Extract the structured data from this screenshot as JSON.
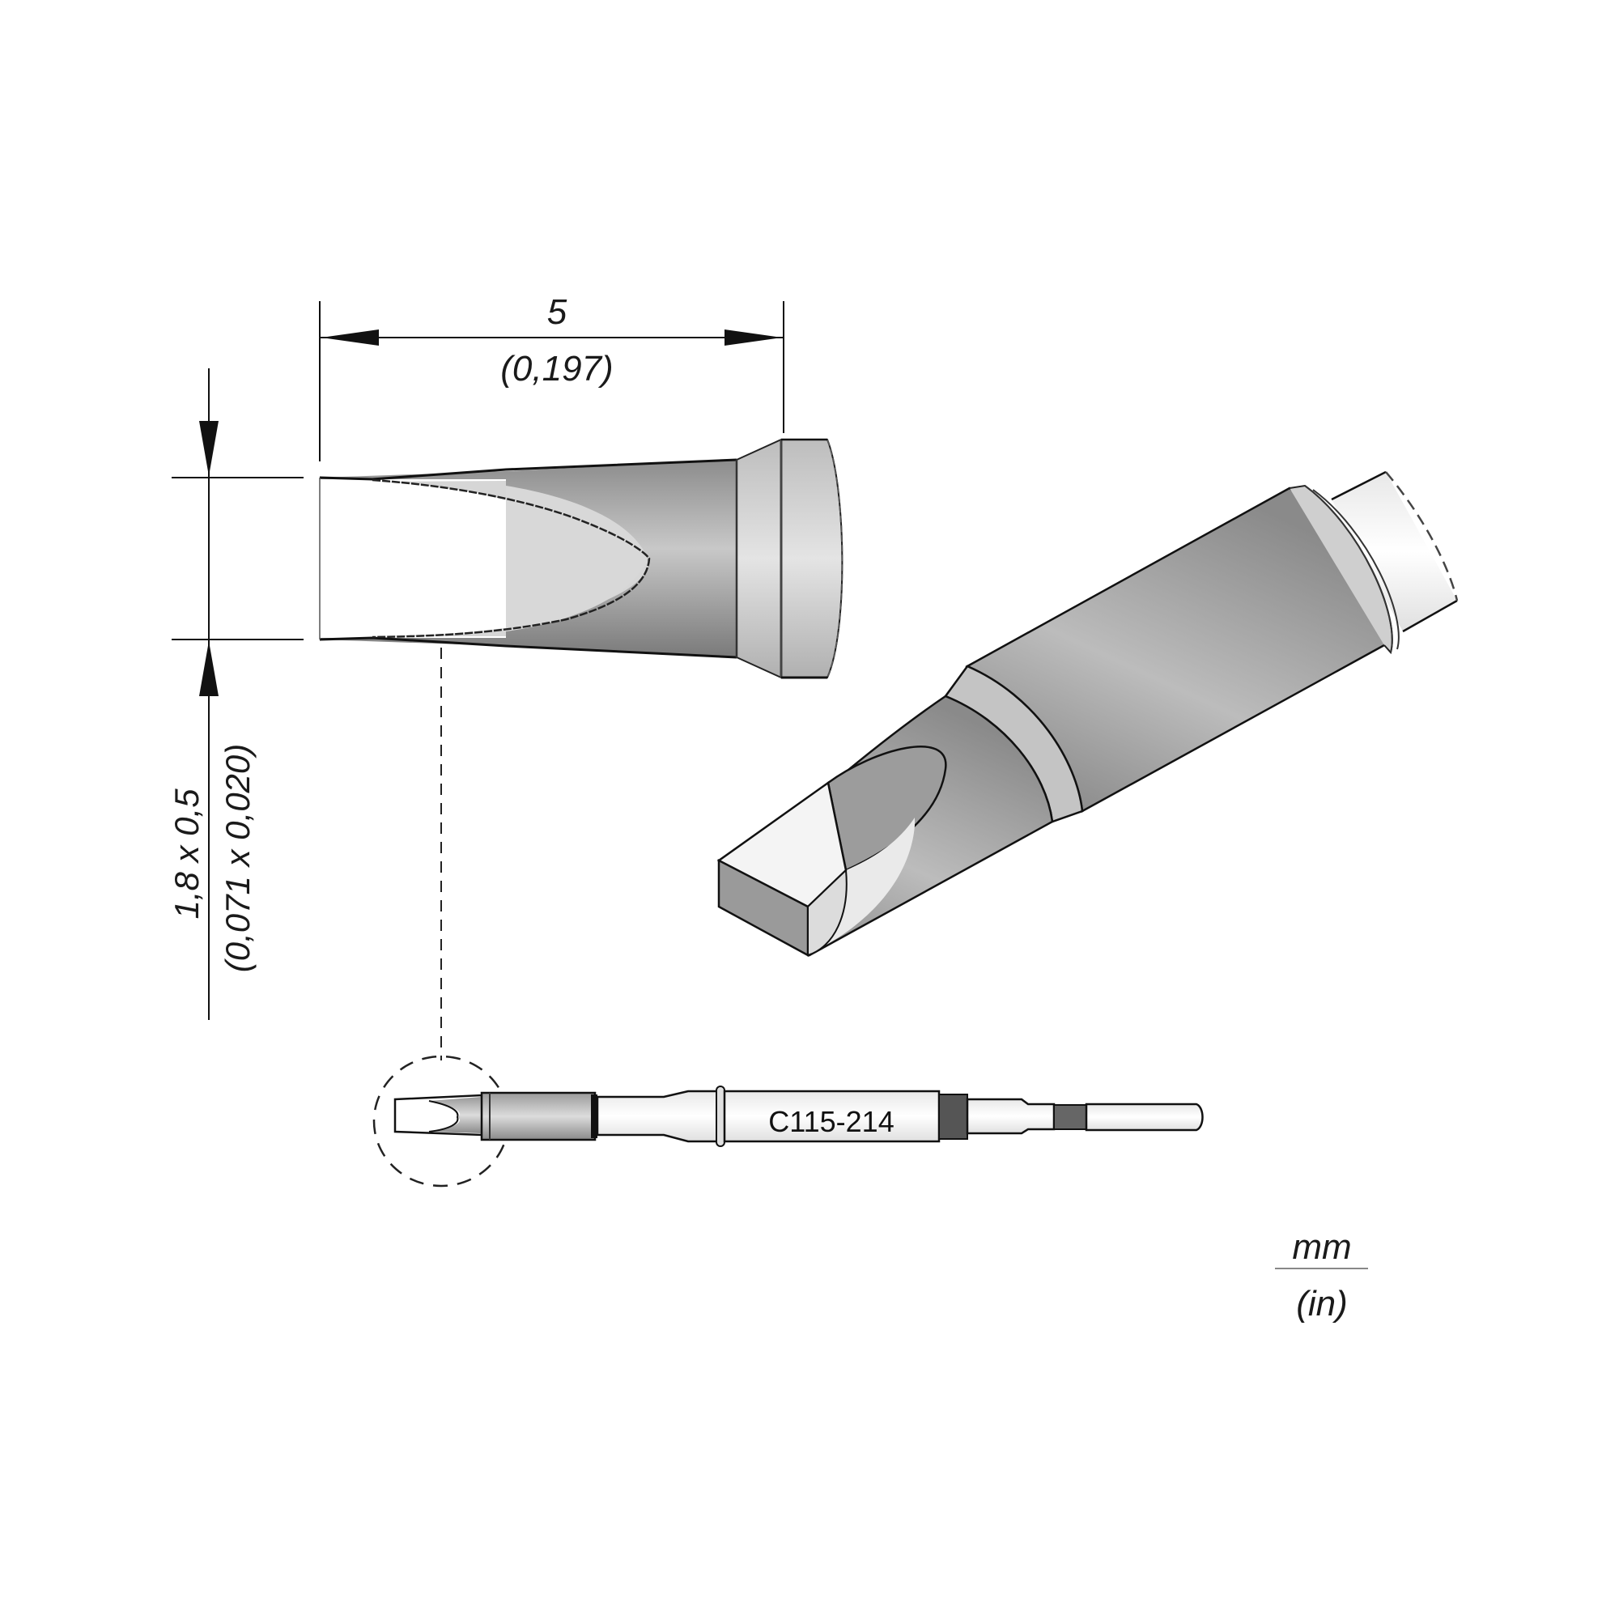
{
  "diagram": {
    "type": "soldering-tip-technical-drawing",
    "part_number": "C115-214",
    "units": {
      "primary": "mm",
      "secondary": "(in)"
    },
    "dimensions": {
      "length": {
        "value_mm": "5",
        "value_in": "(0,197)"
      },
      "tip_size": {
        "value_mm": "1,8 x 0,5",
        "value_in": "(0,071 x 0,020)"
      }
    },
    "views": [
      {
        "name": "side-view",
        "description": "Chisel tip side profile"
      },
      {
        "name": "isometric-view",
        "description": "3D chisel tip"
      },
      {
        "name": "full-cartridge-view",
        "description": "Complete cartridge with detail circle"
      }
    ],
    "colors": {
      "line": "#111111",
      "metal_dark": "#8a8a8a",
      "metal_mid": "#b0b0b0",
      "metal_light": "#e6e6e6",
      "tin_face": "#f4f4f4"
    }
  }
}
